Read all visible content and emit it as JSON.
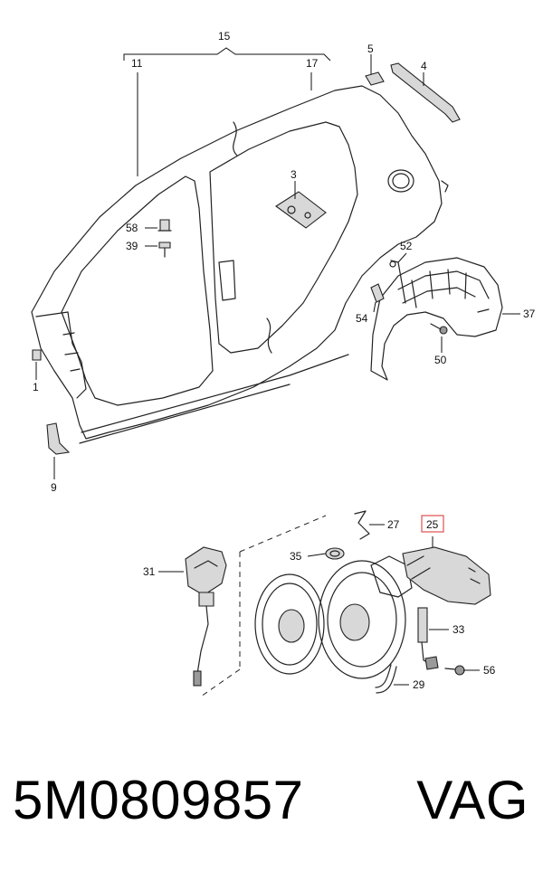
{
  "callouts": {
    "c15": "15",
    "c11": "11",
    "c17": "17",
    "c5": "5",
    "c4": "4",
    "c3": "3",
    "c58": "58",
    "c39": "39",
    "c1": "1",
    "c9": "9",
    "c52": "52",
    "c54": "54",
    "c37": "37",
    "c50": "50",
    "c27": "27",
    "c25": "25",
    "c35": "35",
    "c31": "31",
    "c33": "33",
    "c56": "56",
    "c29": "29"
  },
  "highlight_color": "#e05050",
  "footer": {
    "part_number": "5M0809857",
    "brand": "VAG"
  }
}
